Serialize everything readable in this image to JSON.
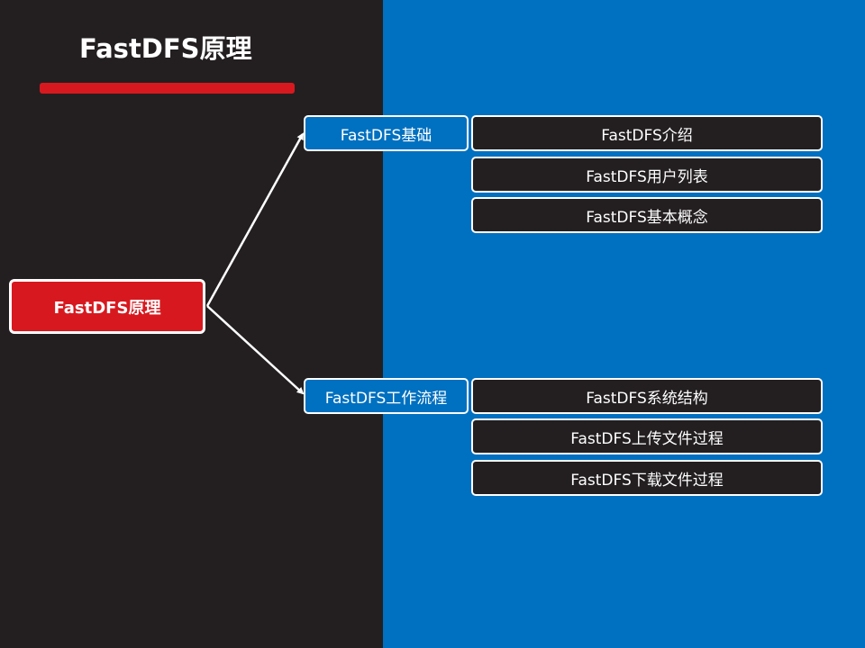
{
  "page": {
    "title": "FastDFS原理",
    "colors": {
      "left_panel": "#231f20",
      "right_panel": "#0070c0",
      "accent_red": "#d7191f",
      "node_border": "#ffffff",
      "text": "#ffffff"
    }
  },
  "mindmap": {
    "root": {
      "label": "FastDFS原理"
    },
    "branches": [
      {
        "label": "FastDFS基础",
        "children": [
          "FastDFS介绍",
          "FastDFS用户列表",
          "FastDFS基本概念"
        ]
      },
      {
        "label": "FastDFS工作流程",
        "children": [
          "FastDFS系统结构",
          "FastDFS上传文件过程",
          "FastDFS下载文件过程"
        ]
      }
    ]
  }
}
